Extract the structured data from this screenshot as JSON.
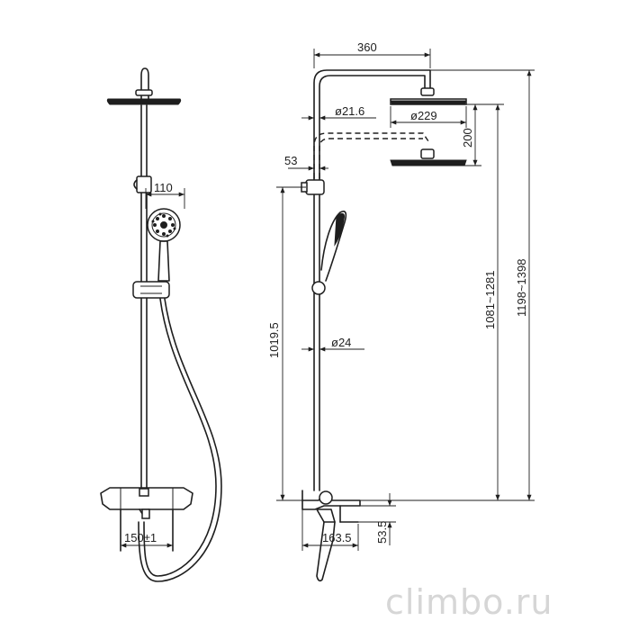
{
  "dimensions": {
    "width_360": "360",
    "pipe_diameter_21_6": "ø21.6",
    "head_diameter_229": "ø229",
    "height_adjust_200": "200",
    "offset_53": "53",
    "hand_shower_110": "110",
    "bracket_height_1019_5": "1019.5",
    "bar_diameter_24": "ø24",
    "range_1081_1281": "1081~1281",
    "range_1198_1398": "1198~1398",
    "centers_150": "150±1",
    "spout_163_5": "163.5",
    "spout_height_53_5": "53.5"
  },
  "watermark": "climbo.ru",
  "colors": {
    "ink": "#1e1e1e",
    "watermark": "#d6d6d6",
    "background": "#ffffff"
  }
}
